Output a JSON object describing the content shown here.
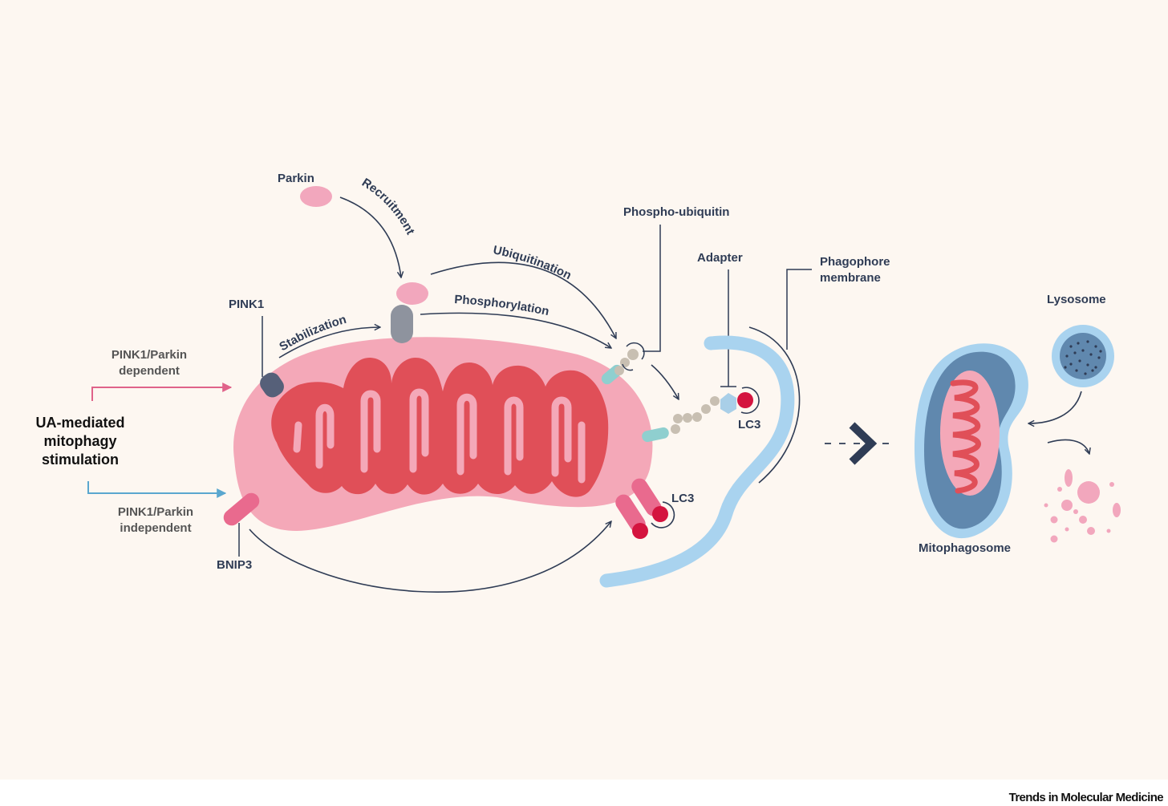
{
  "stimulus": {
    "title_line1": "UA-mediated",
    "title_line2": "mitophagy",
    "title_line3": "stimulation"
  },
  "pathways": {
    "dependent_line1": "PINK1/Parkin",
    "dependent_line2": "dependent",
    "independent_line1": "PINK1/Parkin",
    "independent_line2": "independent",
    "dependent_color": "#e0638a",
    "independent_color": "#5aa7cf"
  },
  "proteins": {
    "parkin": "Parkin",
    "pink1": "PINK1",
    "bnip3": "BNIP3",
    "phospho_ubiquitin": "Phospho-ubiquitin",
    "adapter": "Adapter",
    "lc3_top": "LC3",
    "lc3_bottom": "LC3"
  },
  "processes": {
    "recruitment": "Recruitment",
    "stabilization": "Stabilization",
    "ubiquitination": "Ubiquitination",
    "phosphorylation": "Phosphorylation"
  },
  "structures": {
    "phagophore_line1": "Phagophore",
    "phagophore_line2": "membrane",
    "lysosome": "Lysosome",
    "mitophagosome": "Mitophagosome"
  },
  "colors": {
    "background": "#fdf7f1",
    "mito_outer": "#f4a8b8",
    "mito_inner": "#e04f58",
    "membrane": "#a9d3ef",
    "ink": "#2f3c55"
  },
  "footer": {
    "journal": "Trends in Molecular Medicine"
  }
}
